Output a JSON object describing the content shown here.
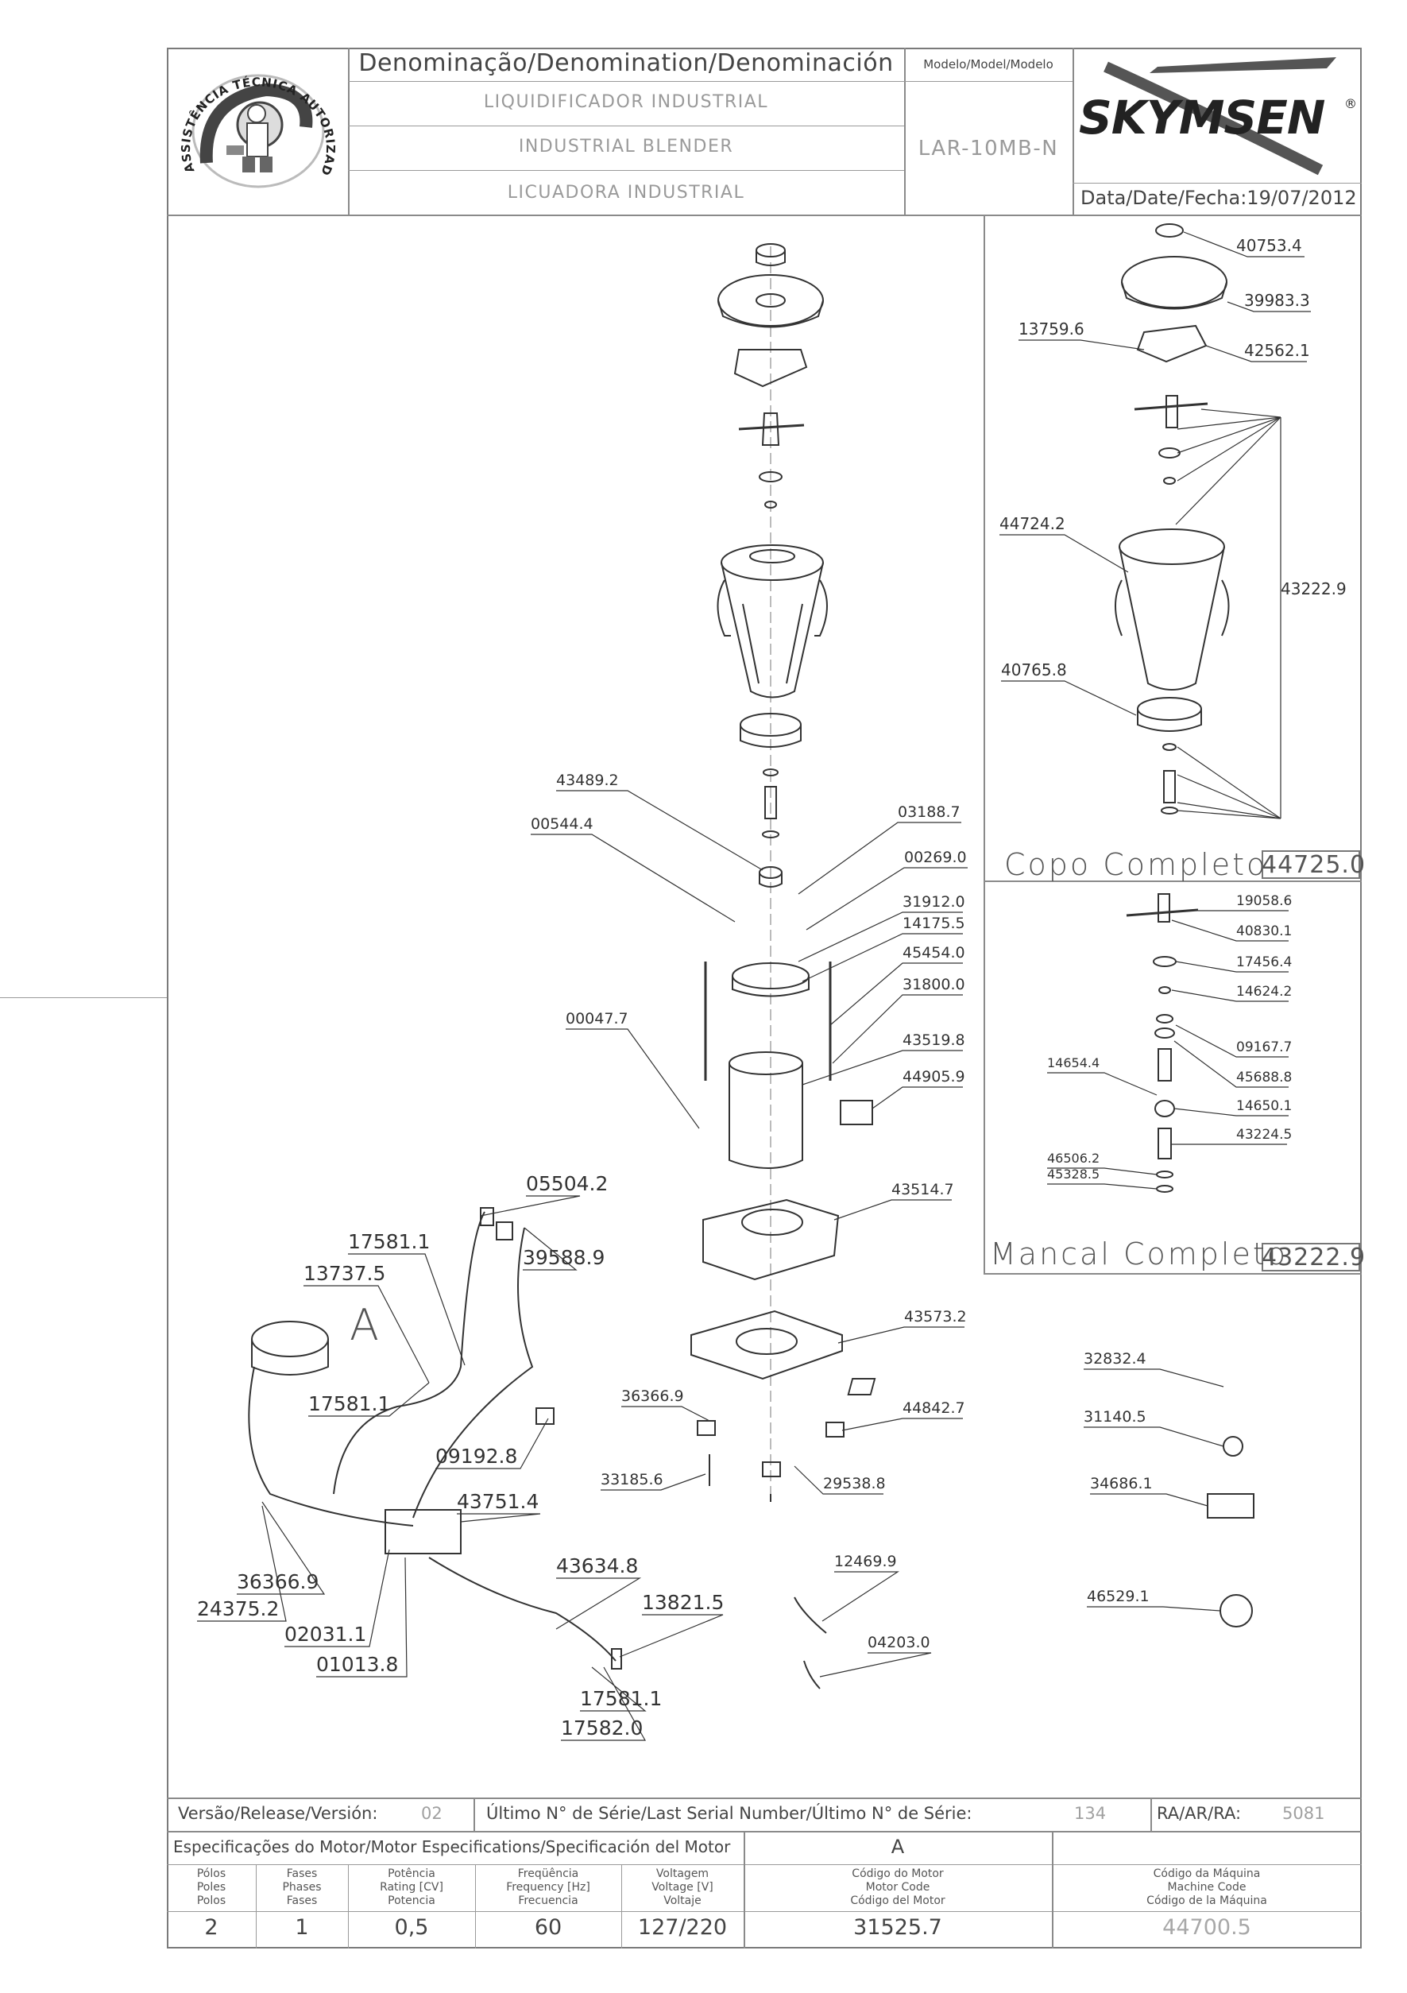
{
  "header": {
    "seal_text": "ASSISTÊNCIA TÉCNICA AUTORIZADA",
    "denomination_heading": "Denominação/Denomination/Denominación",
    "names": [
      "LIQUIDIFICADOR INDUSTRIAL",
      "INDUSTRIAL BLENDER",
      "LICUADORA INDUSTRIAL"
    ],
    "model_heading": "Modelo/Model/Modelo",
    "model": "LAR-10MB-N",
    "brand": "SKYMSEN",
    "brand_mark": "®",
    "date_label": "Data/Date/Fecha:",
    "date": "19/07/2012"
  },
  "main_callouts": [
    {
      "code": "43489.2"
    },
    {
      "code": "00544.4"
    },
    {
      "code": "03188.7"
    },
    {
      "code": "00269.0"
    },
    {
      "code": "31912.0"
    },
    {
      "code": "14175.5"
    },
    {
      "code": "45454.0"
    },
    {
      "code": "31800.0"
    },
    {
      "code": "00047.7"
    },
    {
      "code": "43519.8"
    },
    {
      "code": "44905.9"
    },
    {
      "code": "43514.7"
    },
    {
      "code": "43573.2"
    },
    {
      "code": "36366.9"
    },
    {
      "code": "44842.7"
    },
    {
      "code": "33185.6"
    },
    {
      "code": "29538.8"
    },
    {
      "code": "05504.2"
    },
    {
      "code": "39588.9"
    },
    {
      "code": "17581.1"
    },
    {
      "code": "13737.5"
    },
    {
      "code": "17581.1"
    },
    {
      "code": "09192.8"
    },
    {
      "code": "43751.4"
    },
    {
      "code": "36366.9"
    },
    {
      "code": "24375.2"
    },
    {
      "code": "02031.1"
    },
    {
      "code": "01013.8"
    },
    {
      "code": "43634.8"
    },
    {
      "code": "13821.5"
    },
    {
      "code": "17581.1"
    },
    {
      "code": "17582.0"
    },
    {
      "code": "12469.9"
    },
    {
      "code": "04203.0"
    },
    {
      "code": "32832.4"
    },
    {
      "code": "31140.5"
    },
    {
      "code": "34686.1"
    },
    {
      "code": "46529.1"
    }
  ],
  "motor_letter": "A",
  "copo": {
    "title": "Copo Completo",
    "code": "44725.0",
    "callouts": [
      "40753.4",
      "39983.3",
      "13759.6",
      "42562.1",
      "44724.2",
      "43222.9",
      "40765.8"
    ]
  },
  "mancal": {
    "title": "Mancal Completo",
    "code": "43222.9",
    "callouts": [
      "19058.6",
      "40830.1",
      "17456.4",
      "14624.2",
      "09167.7",
      "14654.4",
      "45688.8",
      "14650.1",
      "43224.5",
      "46506.2",
      "45328.5"
    ]
  },
  "footer": {
    "version_label": "Versão/Release/Versión:",
    "version": "02",
    "serial_label": "Último N° de Série/Last Serial Number/Último N° de Série:",
    "serial": "134",
    "ra_label": "RA/AR/RA:",
    "ra": "5081",
    "motor_spec_label": "Especificações do Motor/Motor Especifications/Specificación del Motor",
    "motor_letter": "A",
    "columns": [
      {
        "header": [
          "Pólos",
          "Poles",
          "Polos"
        ],
        "value": "2"
      },
      {
        "header": [
          "Fases",
          "Phases",
          "Fases"
        ],
        "value": "1"
      },
      {
        "header": [
          "Potência",
          "Rating [CV]",
          "Potencia"
        ],
        "value": "0,5"
      },
      {
        "header": [
          "Freqüência",
          "Frequency [Hz]",
          "Frecuencia"
        ],
        "value": "60"
      },
      {
        "header": [
          "Voltagem",
          "Voltage [V]",
          "Voltaje"
        ],
        "value": "127/220"
      },
      {
        "header": [
          "Código do Motor",
          "Motor Code",
          "Código del Motor"
        ],
        "value": "31525.7"
      },
      {
        "header": [
          "Código da Máquina",
          "Machine Code",
          "Código de la Máquina"
        ],
        "value": "44700.5"
      }
    ]
  }
}
